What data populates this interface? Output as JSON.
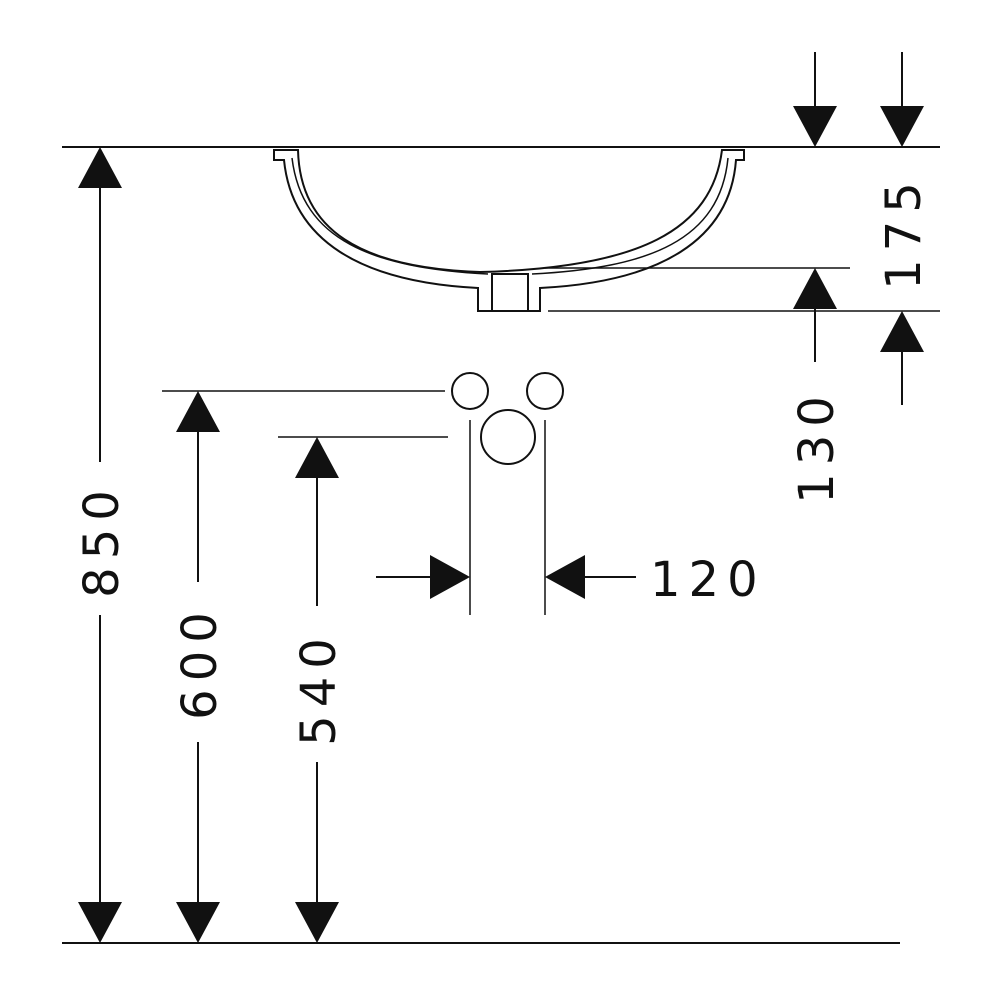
{
  "dimensions": {
    "total_height": "850",
    "valve_height": "600",
    "spout_height": "540",
    "valve_spacing": "120",
    "basin_depth": "175",
    "drain_height": "130"
  },
  "colors": {
    "line": "#111111",
    "background": "#ffffff"
  }
}
